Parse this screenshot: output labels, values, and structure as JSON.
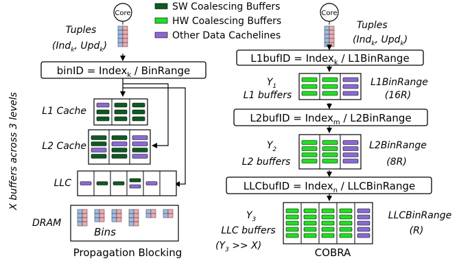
{
  "legend": {
    "sw": {
      "label": "SW Coalescing Buffers",
      "color": "#0e5a22"
    },
    "hw": {
      "label": "HW Coalescing Buffers",
      "color": "#22dd22"
    },
    "other": {
      "label": "Other Data Cachelines",
      "color": "#8a6ad2"
    }
  },
  "colors": {
    "tuple_blue": "#9fbbe3",
    "tuple_pink": "#f1a9b0"
  },
  "left": {
    "core": "Core",
    "tuples_title": "Tuples",
    "tuples_pre": "(Ind",
    "tuples_sub1": "k",
    "tuples_mid": ", Upd",
    "tuples_sub2": "k",
    "tuples_post": ")",
    "formula_pre": "binID = Index",
    "formula_sub": "k",
    "formula_post": " / BinRange",
    "side_label": "X buffers across 3 levels",
    "l1": "L1 Cache",
    "l2": "L2 Cache",
    "llc": "LLC",
    "dram": "DRAM",
    "bins": "Bins",
    "caption": "Propagation Blocking"
  },
  "right": {
    "core": "Core",
    "tuples_title": "Tuples",
    "tuples_pre": "(Ind",
    "tuples_sub1": "k",
    "tuples_mid": ", Upd",
    "tuples_sub2": "k",
    "tuples_post": ")",
    "f1_pre": "L1bufID = Index",
    "f1_sub": "k",
    "f1_post": " / L1BinRange",
    "f2_pre": "L2bufID = Index",
    "f2_sub": "m",
    "f2_post": " / L2BinRange",
    "f3_pre": "LLCbufID = Index",
    "f3_sub": "n",
    "f3_post": " / LLCBinRange",
    "y1": "Y",
    "y1_sub": "1",
    "y1_desc": "L1 buffers",
    "y2": "Y",
    "y2_sub": "2",
    "y2_desc": "L2 buffers",
    "y3": "Y",
    "y3_sub": "3",
    "y3_desc": "LLC buffers",
    "r1a": "L1BinRange",
    "r1b": "(16R)",
    "r2a": "L2BinRange",
    "r2b": "(8R)",
    "r3a": "LLCBinRange",
    "r3b": "(R)",
    "cmp_pre": "(Y",
    "cmp_sub": "3",
    "cmp_post": " >> X)",
    "caption": "COBRA"
  }
}
